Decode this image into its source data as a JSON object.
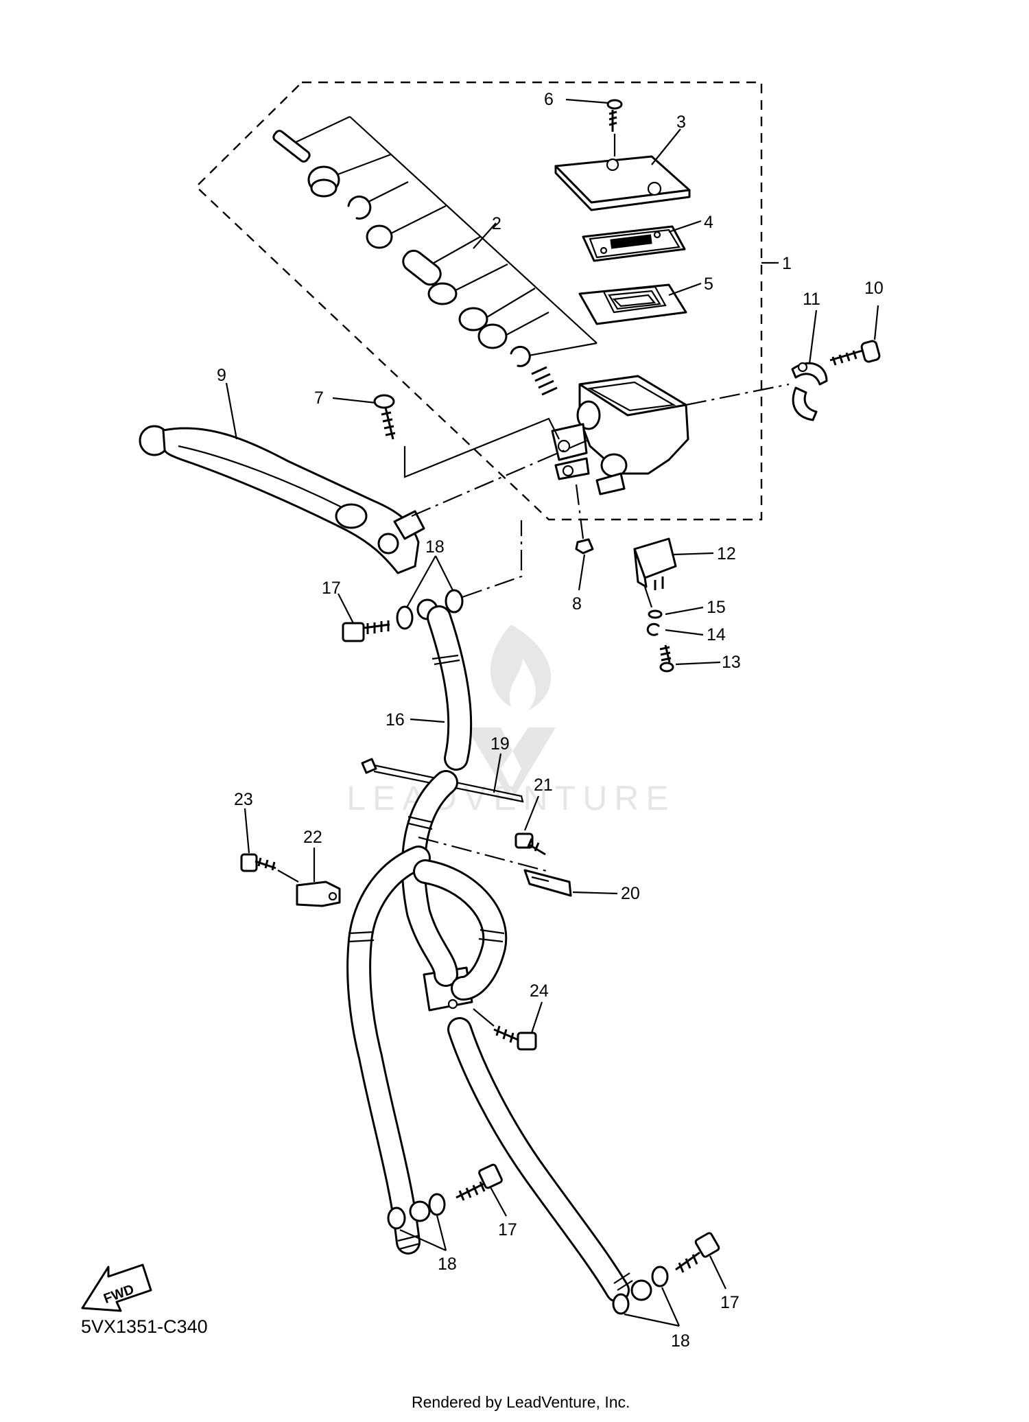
{
  "diagram_code": "5VX1351-C340",
  "credit": "Rendered by LeadVenture, Inc.",
  "fwd_label": "FWD",
  "watermark_text": "LEADVENTURE",
  "watermark_logo": "leadventure-flame-logo",
  "callouts": {
    "c1": "1",
    "c2": "2",
    "c3": "3",
    "c4": "4",
    "c5": "5",
    "c6": "6",
    "c7": "7",
    "c8": "8",
    "c9": "9",
    "c10": "10",
    "c11": "11",
    "c12": "12",
    "c13": "13",
    "c14": "14",
    "c15": "15",
    "c16": "16",
    "c17a": "17",
    "c17b": "17",
    "c17c": "17",
    "c18a": "18",
    "c18b": "18",
    "c18c": "18",
    "c19": "19",
    "c20": "20",
    "c21": "21",
    "c22": "22",
    "c23": "23",
    "c24": "24"
  }
}
